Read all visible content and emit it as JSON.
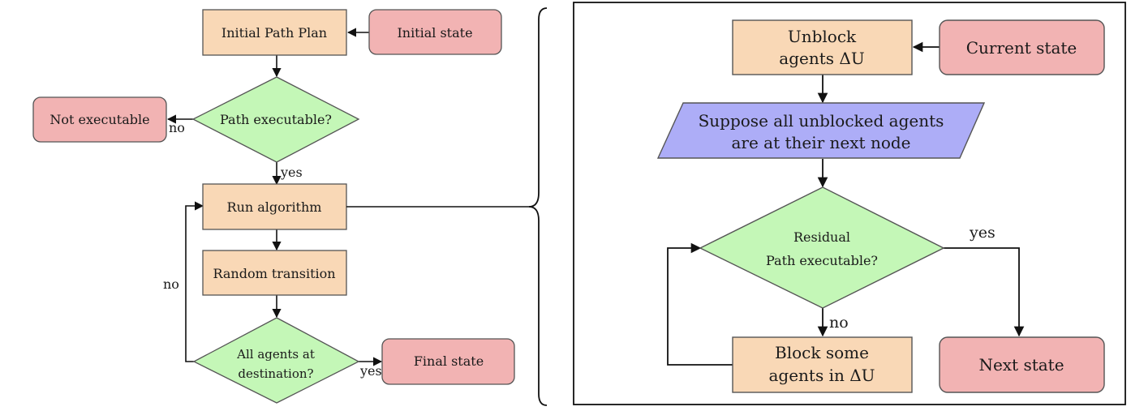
{
  "colors": {
    "process_fill": "#f9d8b6",
    "process_stroke": "#555555",
    "state_fill": "#f2b3b3",
    "state_stroke": "#555555",
    "decision_fill": "#c4f7b7",
    "decision_stroke": "#555555",
    "io_fill": "#adadf7",
    "io_stroke": "#555555",
    "line": "#111111"
  },
  "left_flow": {
    "initial_path_plan": "Initial Path Plan",
    "initial_state": "Initial state",
    "path_executable": "Path executable?",
    "not_executable": "Not executable",
    "run_algorithm": "Run algorithm",
    "random_transition": "Random transition",
    "all_agents_line1": "All agents at",
    "all_agents_line2": "destination?",
    "final_state": "Final state",
    "label_no_top": "no",
    "label_yes_mid": "yes",
    "label_no_loop": "no",
    "label_yes_final": "yes"
  },
  "right_flow": {
    "unblock_line1": "Unblock",
    "unblock_line2": "agents ΔU",
    "current_state": "Current state",
    "suppose_line1": "Suppose all unblocked agents",
    "suppose_line2": "are at their next node",
    "residual_line1": "Residual",
    "residual_line2": "Path executable?",
    "block_line1": "Block some",
    "block_line2": "agents in ΔU",
    "next_state": "Next state",
    "label_yes": "yes",
    "label_no": "no"
  }
}
